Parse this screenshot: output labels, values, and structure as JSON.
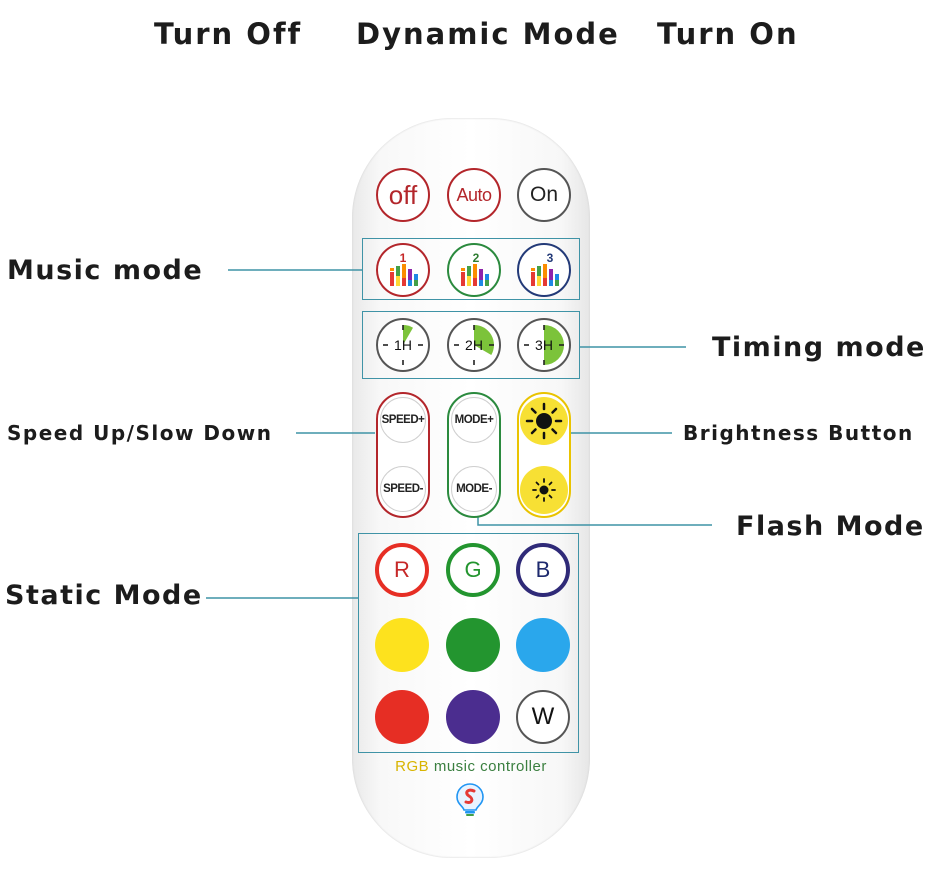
{
  "labels": {
    "turn_off": "Turn Off",
    "dynamic_mode": "Dynamic Mode",
    "turn_on": "Turn On",
    "music_mode": "Music mode",
    "timing_mode": "Timing mode",
    "speed": "Speed Up/Slow Down",
    "brightness": "Brightness Button",
    "flash_mode": "Flash Mode",
    "static_mode": "Static Mode"
  },
  "remote": {
    "off": "off",
    "auto": "Auto",
    "on": "On",
    "music": [
      "1",
      "2",
      "3"
    ],
    "timer": [
      "1H",
      "2H",
      "3H"
    ],
    "speed_up": "SPEED+",
    "speed_down": "SPEED-",
    "mode_up": "MODE+",
    "mode_down": "MODE-",
    "red": "R",
    "green": "G",
    "blue": "B",
    "white": "W",
    "brand": {
      "rgb": "RGB",
      "rest": " music controller"
    }
  },
  "colors": {
    "red": "#e62e24",
    "yellow": "#fde21e",
    "green": "#23952f",
    "sky": "#2aa7ec",
    "purple": "#4b2d8f",
    "leader": "#3f93a6"
  },
  "icons": [
    "equalizer-icon",
    "clock-icon",
    "sun-icon",
    "logo-icon"
  ]
}
